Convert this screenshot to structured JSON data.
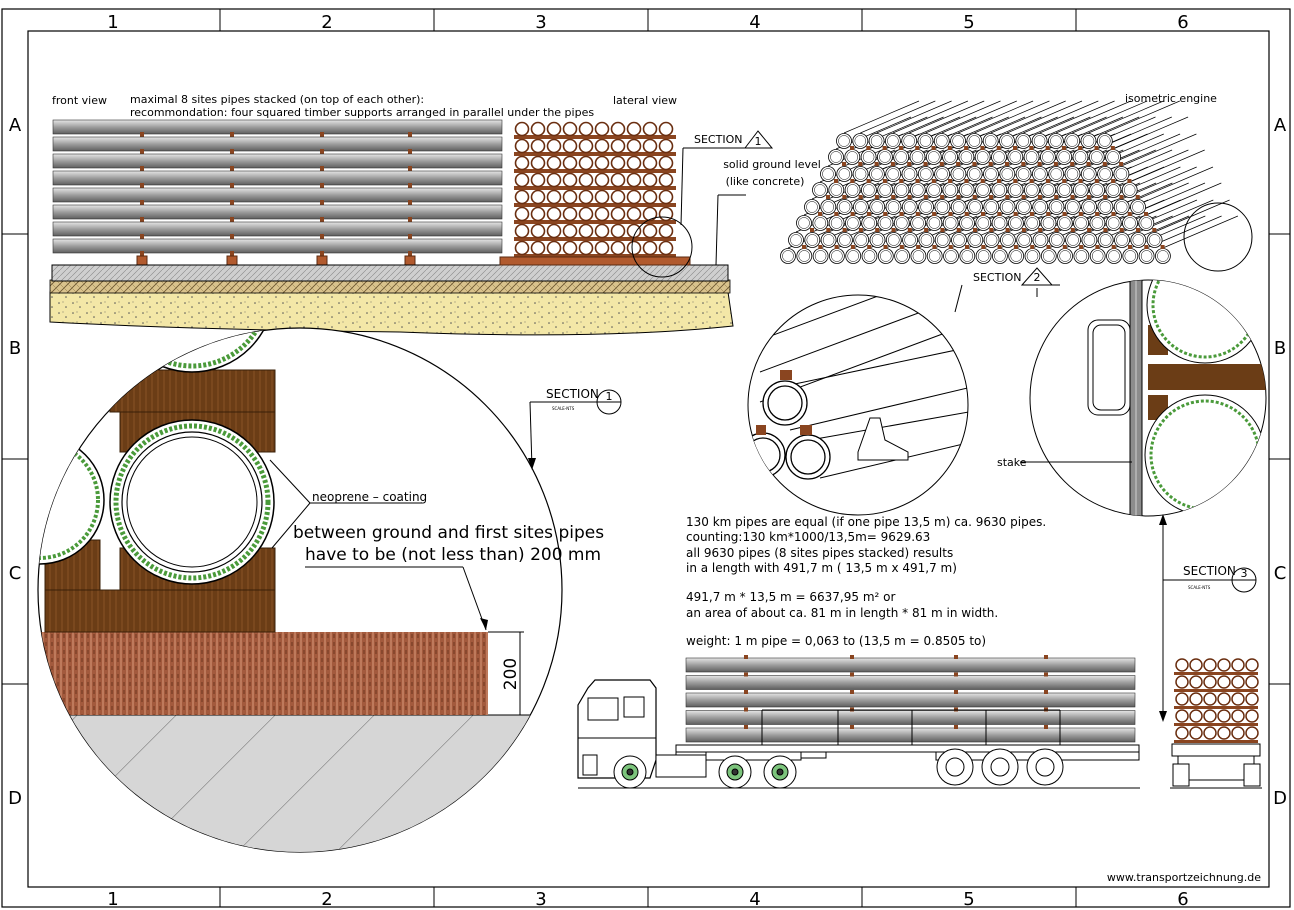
{
  "grid": {
    "columns": [
      "1",
      "2",
      "3",
      "4",
      "5",
      "6"
    ],
    "rows": [
      "A",
      "B",
      "C",
      "D"
    ]
  },
  "front_view": {
    "title": "front view",
    "note_line1": "maximal 8 sites pipes stacked  (on top of each other):",
    "note_line2": "recommondation: four squared timber supports arranged in parallel under the pipes"
  },
  "lateral_view": {
    "title": "lateral view"
  },
  "ground": {
    "label_line1": "solid ground level",
    "label_line2": "(like concrete)"
  },
  "isometric": {
    "title": "isometric engine"
  },
  "section1": {
    "label": "SECTION",
    "number": "1",
    "scale": "SCALE-NTS"
  },
  "section2": {
    "label": "SECTION",
    "number": "2"
  },
  "section3": {
    "label": "SECTION",
    "number": "3",
    "scale": "SCALE-NTS"
  },
  "detail": {
    "coating": "neoprene – coating",
    "clearance_line1": "between ground and first sites pipes",
    "clearance_line2": "have to be (not less than) 200 mm",
    "dimension": "200"
  },
  "stake_label": "stake",
  "calc": {
    "l1": "130 km pipes are equal (if one pipe 13,5 m) ca. 9630 pipes.",
    "l2": "counting:130 km*1000/13,5m= 9629.63",
    "l3": "all 9630 pipes (8 sites pipes stacked) results",
    "l4": "in a length with 491,7 m ( 13,5 m x 491,7 m)",
    "l5": "491,7 m * 13,5 m = 6637,95 m² or",
    "l6": "an area of about ca. 81 m in length * 81 m in width.",
    "l7": "weight: 1 m pipe = 0,063 to  (13,5 m = 0.8505 to)"
  },
  "footer": {
    "website": "www.transportzeichnung.de"
  }
}
